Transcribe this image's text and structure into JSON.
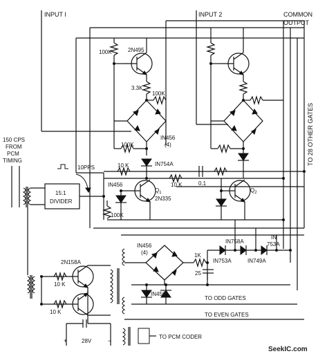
{
  "labels": {
    "input1": "INPUT I",
    "input2": "INPUT 2",
    "common": "COMMON",
    "output": "OUTPUT",
    "to_other_gates": "TO 28 OTHER GATES",
    "src_line1": "150 CPS",
    "src_line2": "FROM",
    "src_line3": "PCM",
    "src_line4": "TIMING",
    "pps": "10PPS",
    "divider_line1": "15:1",
    "divider_line2": "DIVIDER",
    "r100k_a": "100K",
    "q_2n495": "2N495",
    "r33k": "3.3K",
    "r100k_b": "100K",
    "r100k_c": "100K",
    "d_in456_4_top": "IN456",
    "d_in456_4_top_n": "(4)",
    "d_in754a": "IN754A",
    "r10k_a": "10 K",
    "r10k_b": "10 K",
    "c01": "0.1",
    "d_in456_mid": "IN456",
    "q1": "Q",
    "q1_sub": "1",
    "q_2n335": "2N335",
    "r100k_d": "100K",
    "q2": "Q",
    "q2_sub": "2",
    "d_in456_4_bot": "IN456",
    "d_in456_4_bot_n": "(4)",
    "r1k": "1K",
    "d_in758a": "IN758A",
    "d_in753a_a": "IN",
    "d_in753a_b": "753A",
    "d_in753a_c": "IN753A",
    "d_in749a": "IN749A",
    "c25": "25",
    "q_2n158a": "2N158A",
    "r10k_c": "10 K",
    "r10k_d": "10 K",
    "d_in456_bot": "IN456",
    "to_odd": "TO ODD GATES",
    "to_even": "TO EVEN GATES",
    "plus": "+",
    "v28": "28V",
    "minus": "−",
    "to_pcm": "TO PCM CODER",
    "watermark": "SeekIC.com"
  }
}
